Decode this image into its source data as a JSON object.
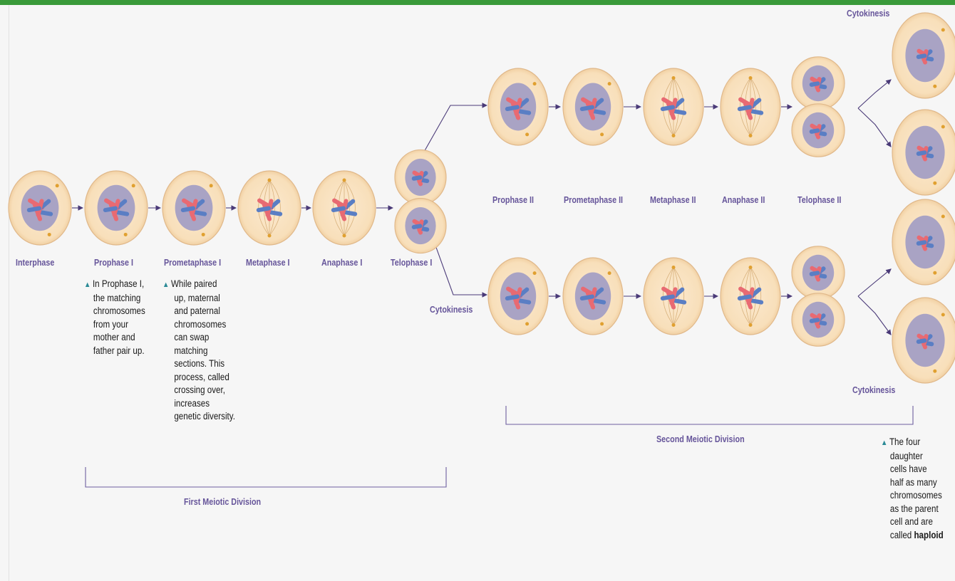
{
  "stages_first": [
    "Interphase",
    "Prophase I",
    "Prometaphase I",
    "Metaphase I",
    "Anaphase I",
    "Telophase I"
  ],
  "stages_second": [
    "Prophase II",
    "Prometaphase II",
    "Metaphase II",
    "Anaphase II",
    "Telophase II"
  ],
  "cytokinesis": "Cytokinesis",
  "notes": {
    "prophase": [
      "In Prophase I,",
      "the matching",
      "chromosomes",
      "from your",
      "mother and",
      "father pair up."
    ],
    "prometaphase": [
      "While paired",
      "up, maternal",
      "and paternal",
      "chromosomes",
      "can swap",
      "matching",
      "sections. This",
      "process, called",
      "crossing over,",
      "increases",
      "genetic diversity."
    ],
    "daughter_lines": [
      "The four",
      "daughter",
      "cells have",
      "half as many",
      "chromosomes",
      "as the parent",
      "cell and are"
    ],
    "daughter_last_prefix": "called ",
    "daughter_last_bold": "haploid"
  },
  "brackets": {
    "first": "First Meiotic Division",
    "second": "Second Meiotic Division"
  },
  "colors": {
    "cell_fill": "#f9e2c0",
    "cell_stroke": "#e0b88a",
    "nucleus_fill": "#a9a3c4",
    "chrom_red": "#e86a72",
    "chrom_blue": "#5a7ec4",
    "label": "#66559a",
    "arrow": "#4a3a78",
    "accent_triangle": "#2a8a96"
  }
}
